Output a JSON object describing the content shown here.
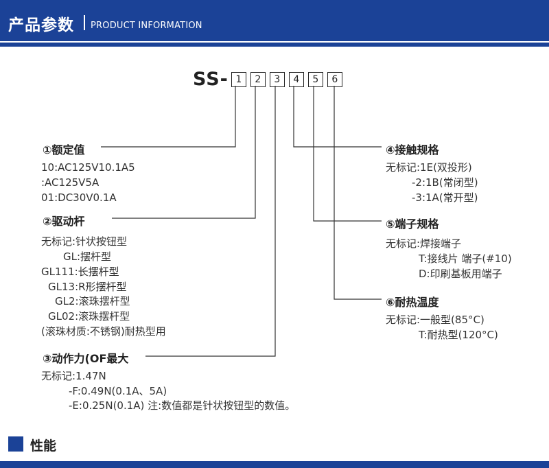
{
  "header": {
    "title_cn": "产品参数",
    "title_en": "PRODUCT INFORMATION"
  },
  "model": {
    "prefix": "SS-",
    "boxes": [
      "1",
      "2",
      "3",
      "4",
      "5",
      "6"
    ]
  },
  "left": {
    "rated": {
      "heading": "①额定值",
      "lines": [
        "10:AC125V10.1A5",
        ":AC125V5A",
        "01:DC30V0.1A"
      ]
    },
    "actuator": {
      "heading": "②驱动杆",
      "lines": [
        "无标记:针状按钮型",
        "GL:摆杆型",
        "GL111:长摆杆型",
        "GL13:R形摆杆型",
        "GL2:滚珠摆杆型",
        "GL02:滚珠摆杆型",
        "(滚珠材质:不锈钢)耐热型用"
      ]
    },
    "force": {
      "heading": "③动作力(OF最大",
      "lines": [
        "无标记:1.47N",
        "-F:0.49N(0.1A、5A)",
        "-E:0.25N(0.1A) 注:数值都是针状按钮型的数值。"
      ]
    }
  },
  "right": {
    "contact": {
      "heading": "④接触规格",
      "lines": [
        "无标记:1E(双投形)",
        "-2:1B(常闭型)",
        "-3:1A(常开型)"
      ]
    },
    "terminal": {
      "heading": "⑤端子规格",
      "lines": [
        "无标记:焊接端子",
        "T:接线片 端子(#10)",
        "D:印刷基板用端子"
      ]
    },
    "heat": {
      "heading": "⑥耐热温度",
      "lines": [
        "无标记:一般型(85°C)",
        "T:耐热型(120°C)"
      ]
    }
  },
  "performance": {
    "title": "性能"
  },
  "colors": {
    "brand_blue": "#1b4297"
  }
}
